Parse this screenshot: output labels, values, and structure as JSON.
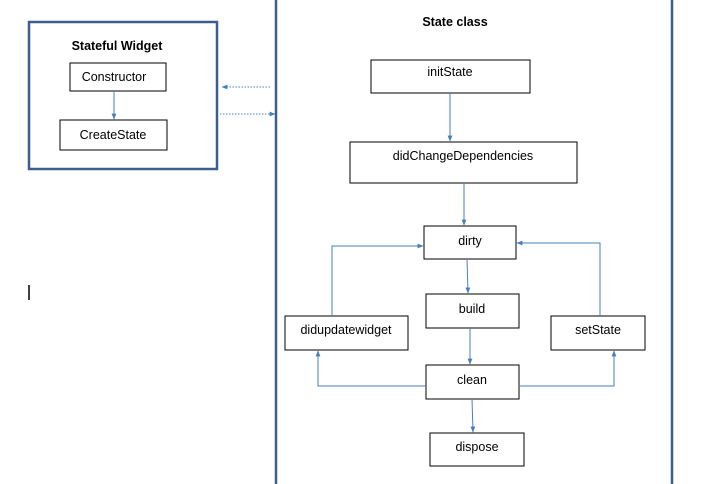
{
  "colors": {
    "border": "#3b5f8a",
    "arrow": "#4a7ebb",
    "box_border": "#000000"
  },
  "stateful_widget": {
    "title": "Stateful Widget",
    "constructor": "Constructor",
    "create_state": "CreateState"
  },
  "state_class": {
    "title": "State class",
    "init_state": "initState",
    "did_change_dependencies": "didChangeDependencies",
    "dirty": "dirty",
    "build": "build",
    "did_update_widget": "didupdatewidget",
    "set_state": "setState",
    "clean": "clean",
    "dispose": "dispose"
  }
}
